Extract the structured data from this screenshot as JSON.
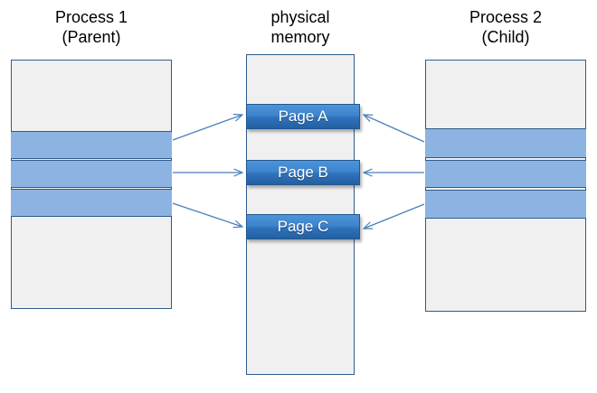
{
  "diagram": {
    "title_left": "Process 1\n(Parent)",
    "title_center": "physical\nmemory",
    "title_right": "Process 2\n(Child)",
    "colors": {
      "border": "#2e5c8a",
      "box_fill": "#f0f0f0",
      "shared_band": "#8cb3e2",
      "page_gradient_top": "#4e94d8",
      "page_gradient_bottom": "#24609f",
      "arrow": "#4a7ebb",
      "text": "#000000",
      "page_text": "#ffffff"
    },
    "pages": [
      {
        "label": "Page A"
      },
      {
        "label": "Page B"
      },
      {
        "label": "Page C"
      }
    ],
    "left_process": {
      "name": "Process 1 (Parent)",
      "shared_bands": 3
    },
    "right_process": {
      "name": "Process 2 (Child)",
      "shared_bands": 3
    },
    "mappings": [
      {
        "from": "parent-band-1",
        "to": "Page A"
      },
      {
        "from": "parent-band-2",
        "to": "Page B"
      },
      {
        "from": "parent-band-3",
        "to": "Page C"
      },
      {
        "from": "child-band-1",
        "to": "Page A"
      },
      {
        "from": "child-band-2",
        "to": "Page B"
      },
      {
        "from": "child-band-3",
        "to": "Page C"
      }
    ]
  }
}
